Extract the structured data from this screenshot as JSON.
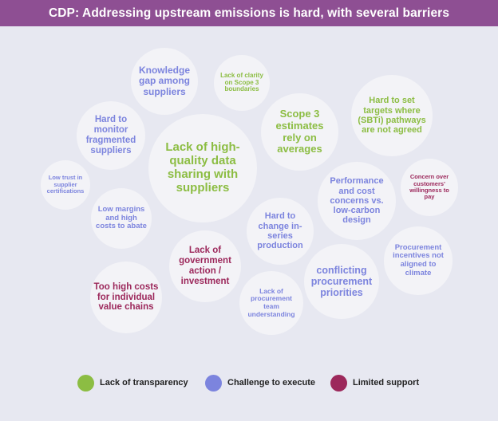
{
  "title": "CDP: Addressing upstream emissions is hard, with several barriers",
  "colors": {
    "header": "#8e4f93",
    "transparency": "#8cbd43",
    "execute": "#7c84de",
    "support": "#9c285b"
  },
  "bubbles": {
    "knowledge_gap": "Knowledge gap among suppliers",
    "lack_clarity": "Lack of clarity on Scope 3 boundaries",
    "hard_monitor": "Hard to monitor fragmented suppliers",
    "scope3": "Scope 3 estimates rely on averages",
    "hard_targets": "Hard to set targets where (SBTi) pathways are not agreed",
    "lack_data": "Lack of high-quality data sharing with suppliers",
    "low_trust": "Low trust in supplier certifications",
    "concern_customers": "Concern over customers' willingness to pay",
    "performance": "Performance and cost concerns vs. low-carbon design",
    "low_margins": "Low margins and high costs to abate",
    "hard_change": "Hard to change in-series production",
    "procurement_incentives": "Procurement incentives not aligned to climate",
    "lack_government": "Lack of government action / investment",
    "conflicting": "conflicting procurement priorities",
    "too_high": "Too high costs for individual value chains",
    "lack_procurement": "Lack of procurement team understanding"
  },
  "legend": {
    "transparency": "Lack of transparency",
    "execute": "Challenge to execute",
    "support": "Limited support"
  }
}
